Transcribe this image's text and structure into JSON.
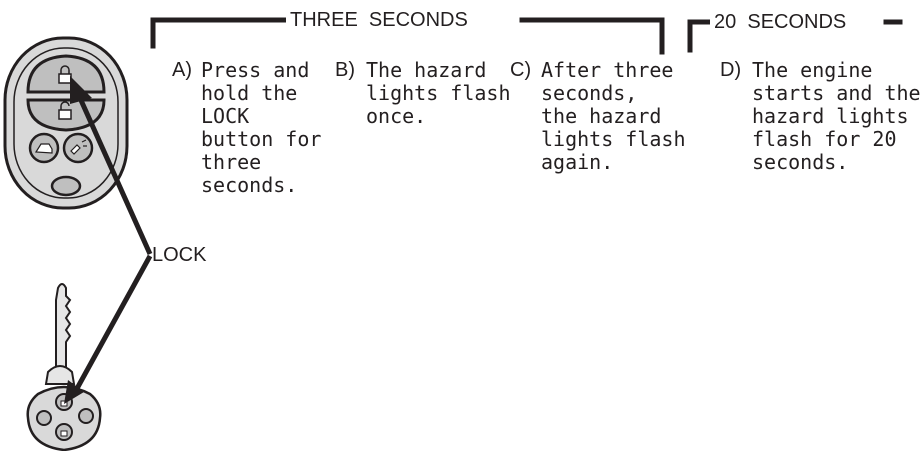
{
  "timeline": {
    "three_seconds_label": "THREE  SECONDS",
    "twenty_seconds_label": "20  SECONDS"
  },
  "steps": [
    {
      "letter": "A)",
      "text": "Press and\nhold the\nLOCK\nbutton for\nthree\nseconds."
    },
    {
      "letter": "B)",
      "text": "The hazard\nlights flash\nonce."
    },
    {
      "letter": "C)",
      "text": "After three\nseconds,\nthe hazard\nlights flash\nagain."
    },
    {
      "letter": "D)",
      "text": "The engine\nstarts and the\nhazard lights\nflash for 20\nseconds."
    }
  ],
  "callout": {
    "label": "LOCK"
  },
  "colors": {
    "ink": "#231f20",
    "fob_fill": "#d9d9d9",
    "button_fill": "#bfbfbf"
  }
}
